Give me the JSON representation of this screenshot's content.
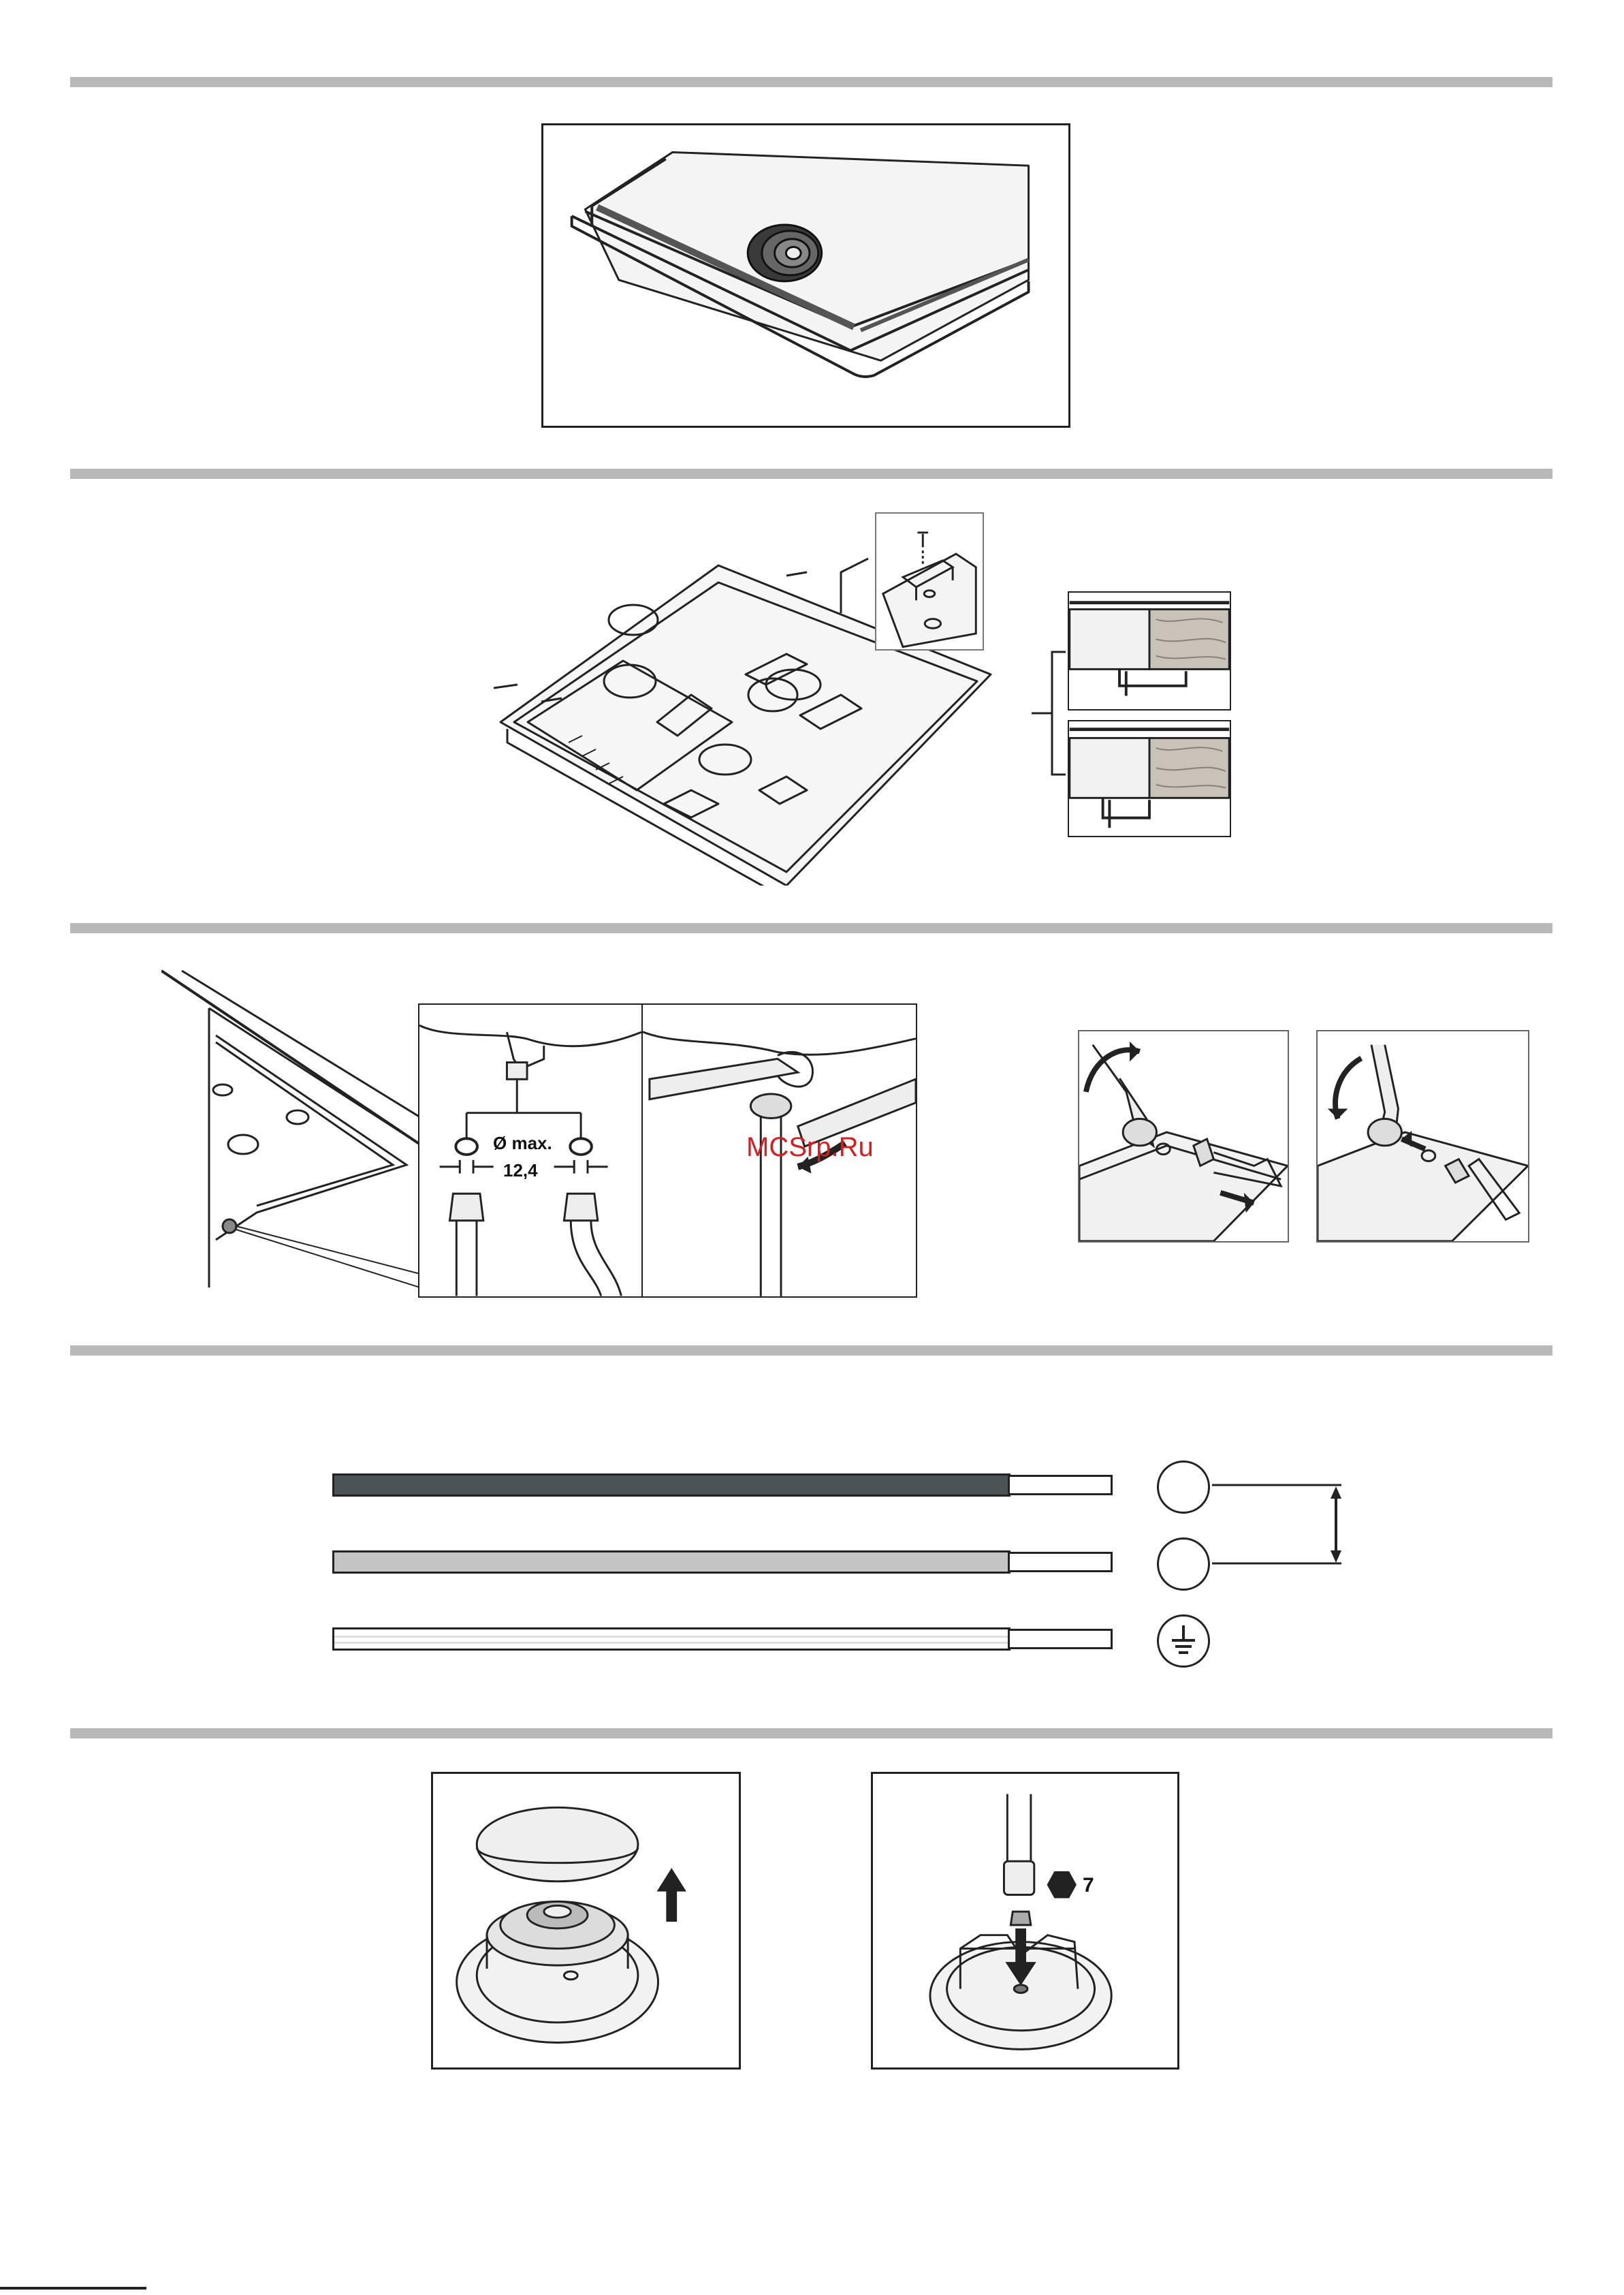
{
  "section3": {
    "dimension_label": "Ø max.",
    "dimension_value": "12,4",
    "watermark": "MCSrp.Ru"
  },
  "section5": {
    "hex_size": "7"
  },
  "colors": {
    "rule": "#b9b9b9",
    "cable_live": "#4a5456",
    "cable_neutral": "#c4c4c4",
    "watermark": "#d42020"
  },
  "icons": {
    "earth": "earth-ground-icon",
    "arrow_up": "arrow-up-icon",
    "arrow_down": "arrow-down-icon",
    "hex": "hex-nut-icon"
  }
}
